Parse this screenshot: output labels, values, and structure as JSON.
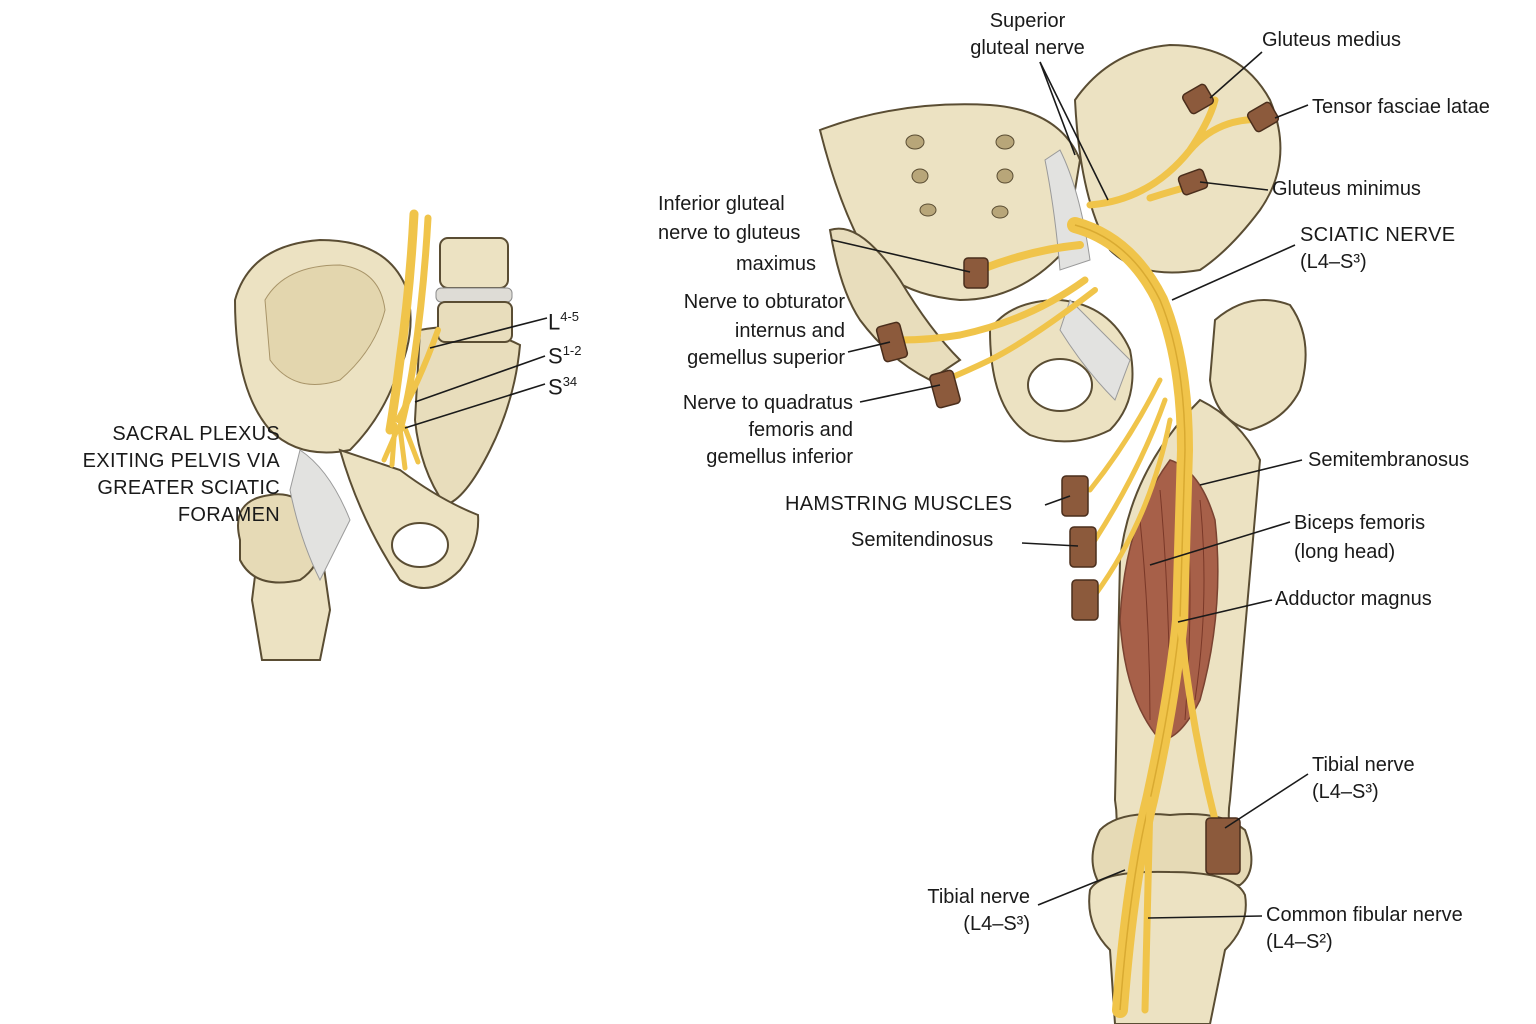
{
  "colors": {
    "bone": "#ece2c2",
    "bone_shade": "#cdbb8e",
    "nerve": "#f0c44a",
    "nerve_edge": "#c99a22",
    "muscle": "#a0523d",
    "ligament": "#e2e2e0",
    "outline": "#5a4d33"
  },
  "left_figure": {
    "caption": [
      "SACRAL PLEXUS",
      "EXITING PELVIS VIA",
      "GREATER SCIATIC",
      "FORAMEN"
    ],
    "roots": [
      {
        "base": "L",
        "sup": "4-5"
      },
      {
        "base": "S",
        "sup": "1-2"
      },
      {
        "base": "S",
        "sup": "34"
      }
    ]
  },
  "right_figure": {
    "superior_gluteal_nerve": [
      "Superior",
      "gluteal nerve"
    ],
    "gluteus_medius": "Gluteus medius",
    "tensor_fasciae_latae": "Tensor fasciae latae",
    "gluteus_minimus": "Gluteus minimus",
    "sciatic_nerve": [
      "SCIATIC NERVE",
      "(L4–S³)"
    ],
    "inferior_gluteal_nerve": [
      "Inferior gluteal",
      "nerve to gluteus",
      "maximus"
    ],
    "nerve_obturator_internus": [
      "Nerve to obturator",
      "internus and",
      "gemellus superior"
    ],
    "nerve_quadratus_femoris": [
      "Nerve to quadratus",
      "femoris and",
      "gemellus inferior"
    ],
    "hamstring_muscles": "HAMSTRING MUSCLES",
    "semitendinosus": "Semitendinosus",
    "semimembranosus": "Semitembranosus",
    "biceps_femoris": [
      "Biceps femoris",
      "(long head)"
    ],
    "adductor_magnus": "Adductor magnus",
    "tibial_nerve_right": [
      "Tibial nerve",
      "(L4–S³)"
    ],
    "tibial_nerve_left": [
      "Tibial nerve",
      "(L4–S³)"
    ],
    "common_fibular_nerve": [
      "Common fibular nerve",
      "(L4–S²)"
    ]
  }
}
